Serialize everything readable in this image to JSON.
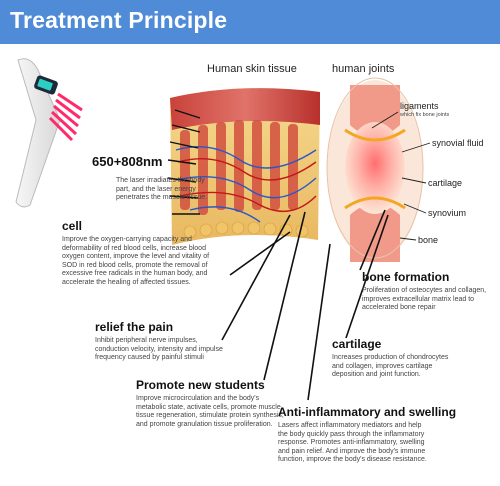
{
  "header": {
    "title": "Treatment Principle"
  },
  "labels": {
    "skin_tissue": "Human skin tissue",
    "joints": "human joints",
    "wavelength": "650+808nm",
    "wavelength_desc": "The laser irradiates the body part, and the laser energy penetrates the muscle tissue.",
    "ligaments": "ligaments",
    "ligaments_sub": "which fix bone joints",
    "synovial_fluid": "synovial fluid",
    "cartilage_part": "cartilage",
    "synovium": "synovium",
    "bone": "bone"
  },
  "effects": [
    {
      "title": "cell",
      "desc": "Improve the oxygen-carrying capacity and deformability of red blood cells, increase blood oxygen content, improve the level and vitality of SOD in red blood cells, promote the removal of excessive free radicals in the human body, and accelerate the healing of affected tissues."
    },
    {
      "title": "relief the pain",
      "desc": "Inhibit peripheral nerve impulses, conduction velocity, intensity and impulse frequency caused by painful stimuli"
    },
    {
      "title": "Promote new students",
      "desc": "Improve microcirculation and the body's metabolic state, activate cells, promote muscle tissue regeneration, stimulate protein synthesis, and promote granulation tissue proliferation."
    },
    {
      "title": "bone formation",
      "desc": "Proliferation of osteocytes and collagen, improves extracellular matrix lead to accelerated bone repair"
    },
    {
      "title": "cartilage",
      "desc": "Increases production of chondrocytes and collagen, improves cartilage deposition and joint function."
    },
    {
      "title": "Anti-inflammatory and swelling",
      "desc": "Lasers affect inflammatory mediators and help the body quickly pass through the inflammatory response. Promotes anti-inflammatory, swelling and pain relief. And improve the body's immune function, improve the body's disease resistance."
    }
  ]
}
